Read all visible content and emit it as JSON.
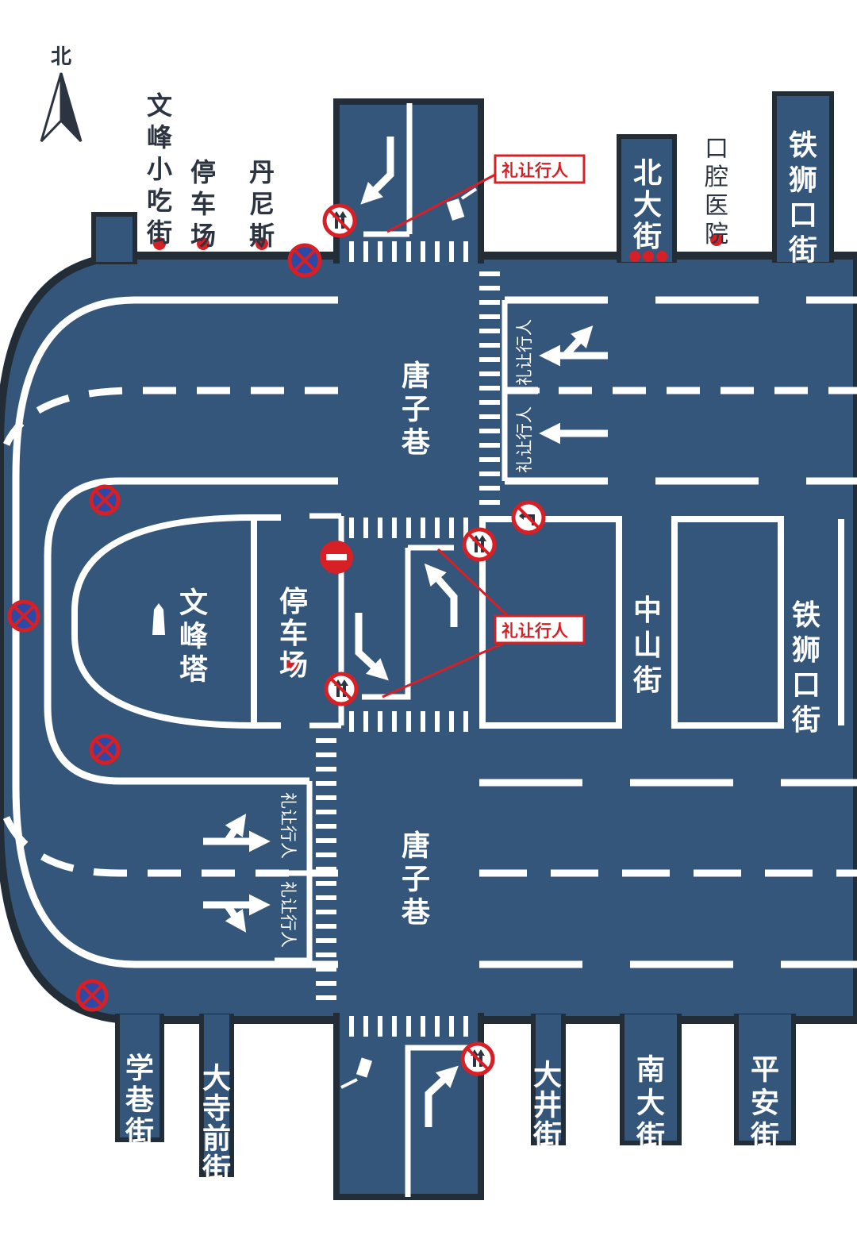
{
  "map": {
    "compass_label": "北",
    "colors": {
      "road": "#34567a",
      "road_edge": "#232d38",
      "marking": "#ffffff",
      "sign_red": "#d71f26",
      "sign_blue": "#2b4aa8",
      "poi_dot": "#d71f26",
      "text_dark": "#2b3440"
    },
    "roads": {
      "tangzixiang_north": "唐子巷",
      "tangzixiang_south": "唐子巷",
      "zhongshanjie": "中山街",
      "tieshikoujie_north": "铁狮口街",
      "tieshikoujie_east": "铁狮口街",
      "beidajie": "北大街",
      "xuexiangjie": "学巷街",
      "dasiqianjie": "大寺前街",
      "dajingjie": "大井街",
      "nandajie": "南大街",
      "pinganjie": "平安街"
    },
    "pois": {
      "wenfeng_snack_street": "文峰小吃街",
      "parking_north": "停车场",
      "dennys": "丹尼斯",
      "dental_hospital": "口腔医院",
      "wenfeng_tower": "文峰塔",
      "parking_center": "停车场"
    },
    "yield_marking": "礼让行人",
    "callouts": {
      "top": "礼让行人",
      "middle": "礼让行人"
    },
    "signs": [
      "no-parking-icon",
      "no-parking-icon",
      "no-parking-icon",
      "no-parking-icon",
      "no-parking-icon",
      "no-entry-icon",
      "no-left-turn-icon",
      "no-u-turn-icon",
      "no-u-turn-icon",
      "no-u-turn-icon",
      "no-u-turn-icon"
    ]
  }
}
